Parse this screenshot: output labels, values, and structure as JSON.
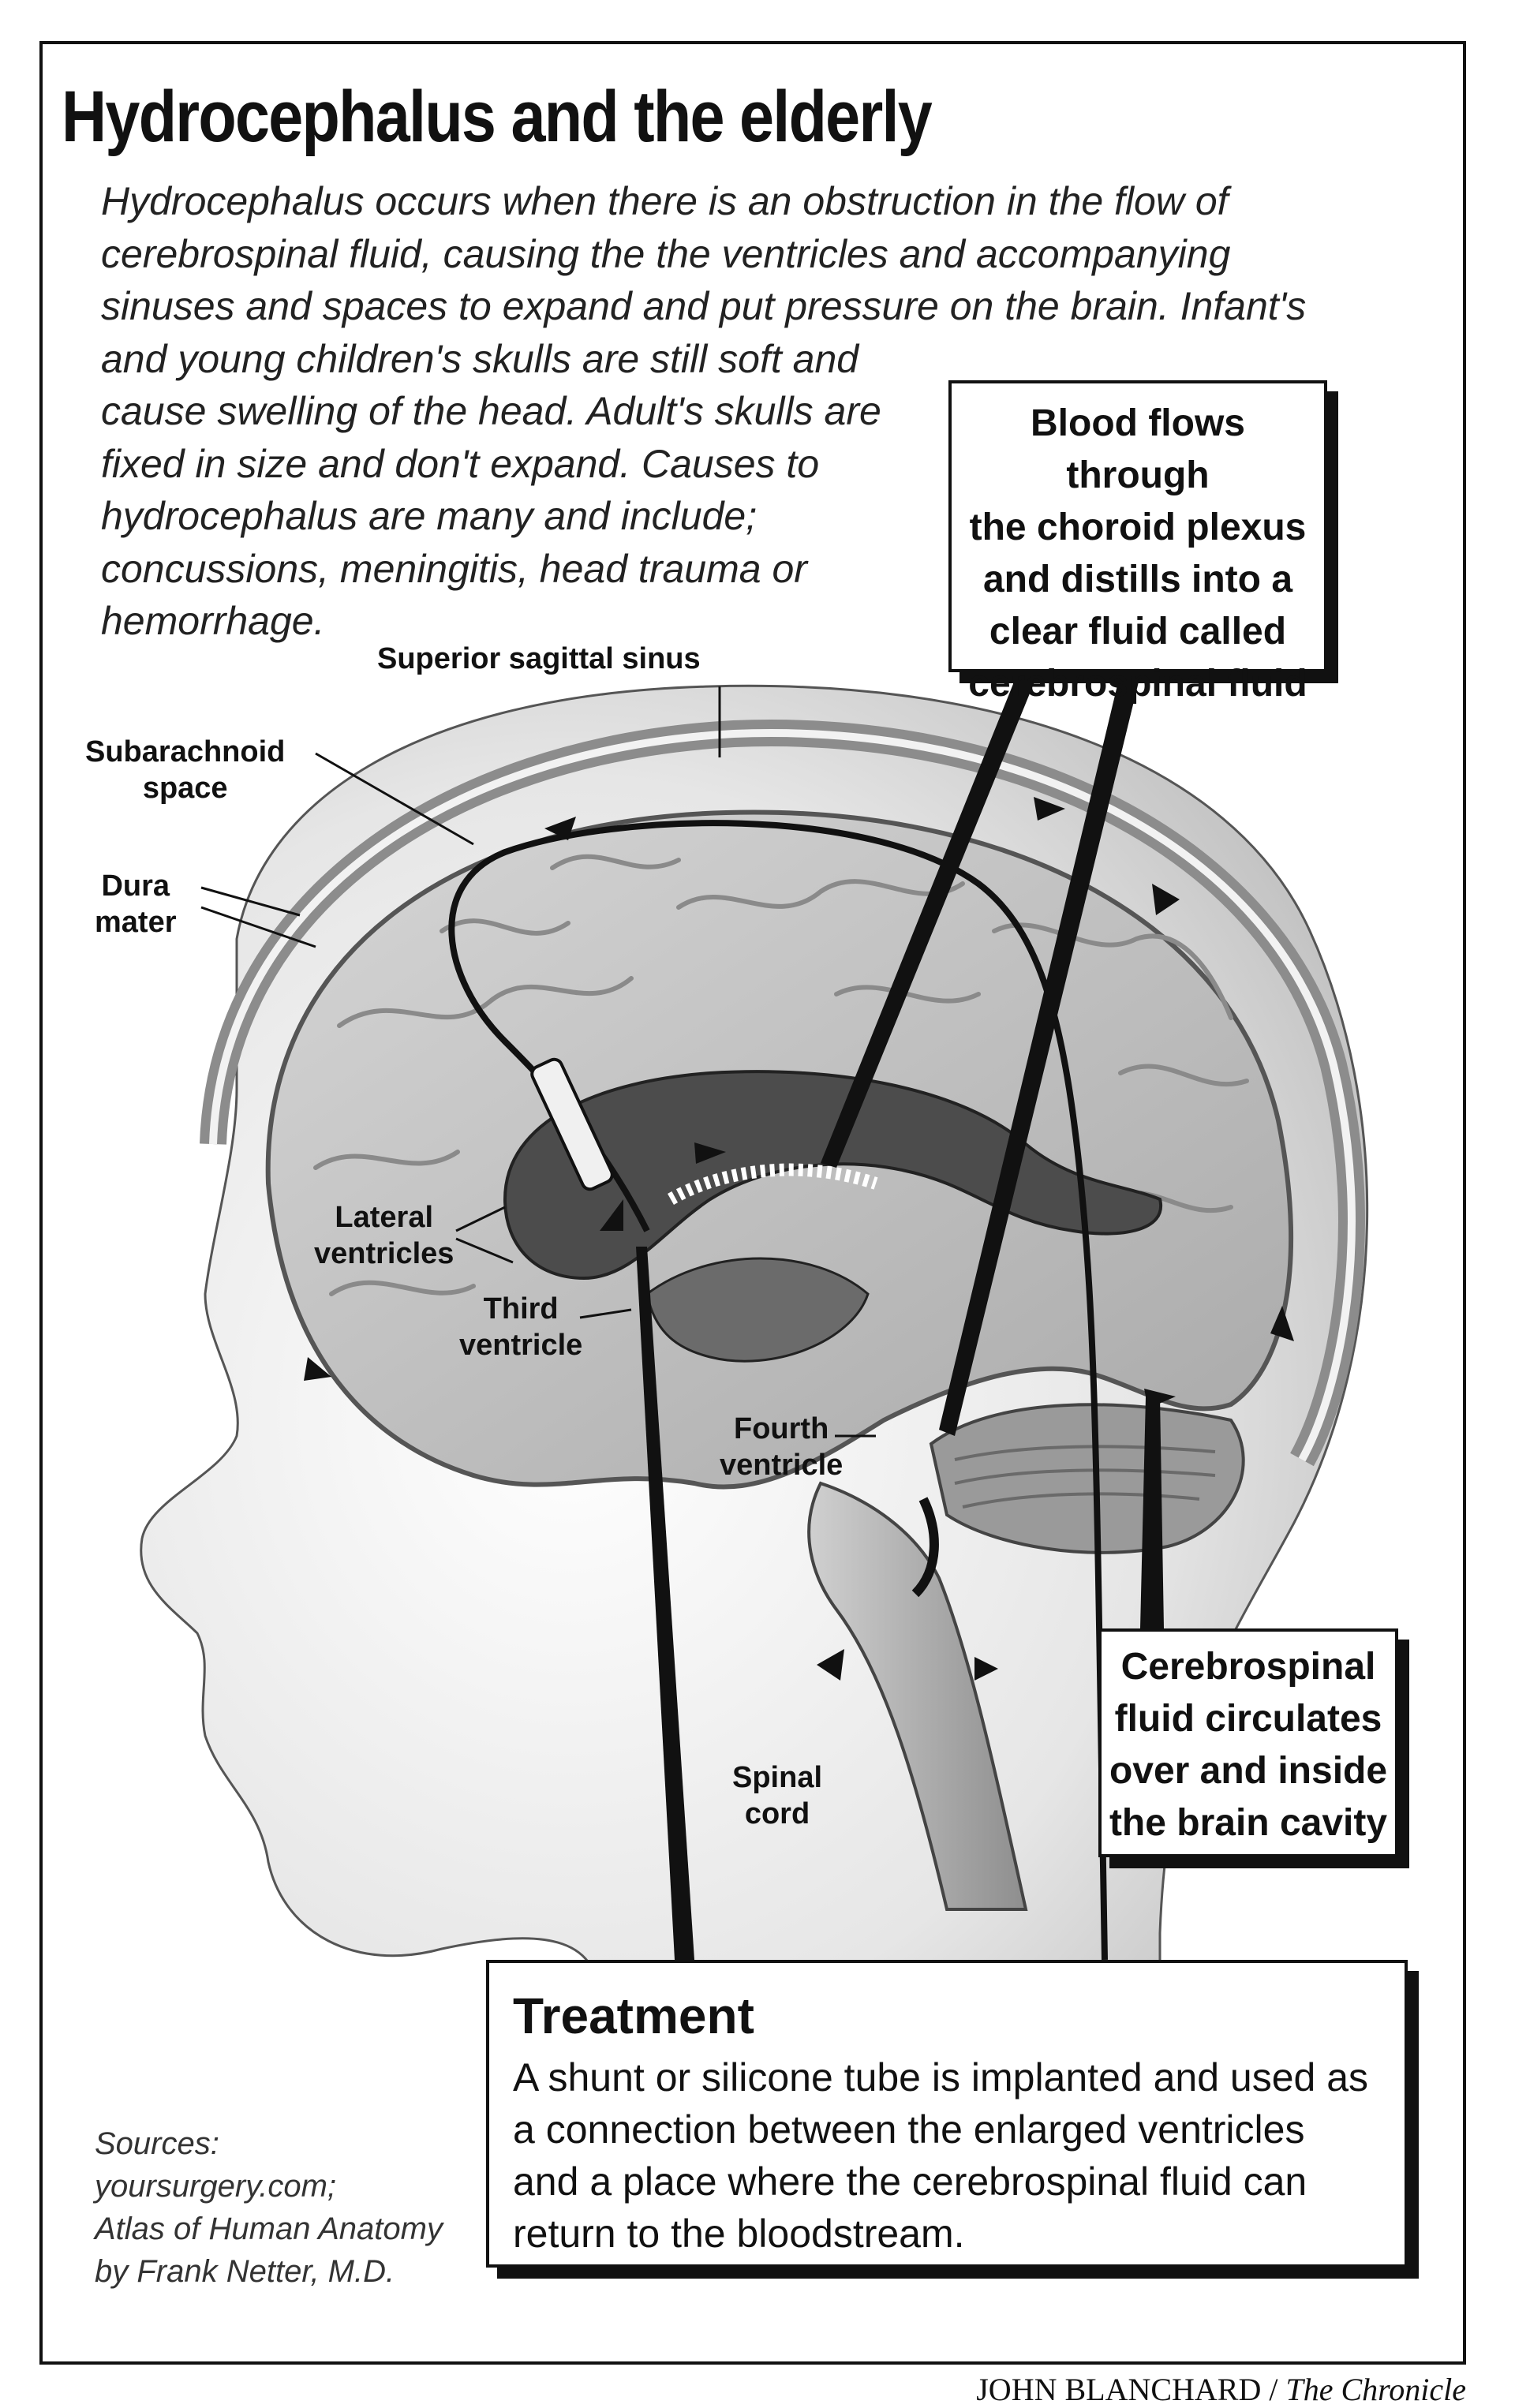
{
  "title": "Hydrocephalus and the elderly",
  "intro": [
    "Hydrocephalus occurs when there is an obstruction in the flow of",
    "cerebrospinal fluid, causing the the ventricles and accompanying",
    "sinuses and spaces to expand and put pressure on the brain. Infant's",
    "and young children's skulls are still soft and",
    "cause swelling of the head. Adult's skulls are",
    "fixed in size and don't expand. Causes to",
    "hydrocephalus are many and include;",
    "concussions, meningitis, head trauma or",
    "hemorrhage."
  ],
  "callouts": {
    "blood": [
      "Blood flows through",
      "the choroid plexus",
      "and distills into a",
      "clear fluid called",
      "cerebrospinal fluid"
    ],
    "csf": [
      "Cerebrospinal",
      "fluid circulates",
      "over and inside",
      "the brain cavity"
    ]
  },
  "treatment": {
    "heading": "Treatment",
    "body": "A shunt or silicone tube is implanted and used as a connection between the enlarged ventricles and a place where the cerebrospinal fluid can return to the bloodstream."
  },
  "labels": {
    "superior_sagittal_sinus": "Superior sagittal sinus",
    "subarachnoid_space": [
      "Subarachnoid",
      "space"
    ],
    "dura_mater": [
      "Dura",
      "mater"
    ],
    "lateral_ventricles": [
      "Lateral",
      "ventricles"
    ],
    "third_ventricle": [
      "Third",
      "ventricle"
    ],
    "fourth_ventricle": [
      "Fourth",
      "ventricle"
    ],
    "spinal_cord": [
      "Spinal",
      "cord"
    ]
  },
  "sources": [
    "Sources:",
    "yoursurgery.com;",
    "Atlas of Human Anatomy",
    "by Frank Netter, M.D."
  ],
  "credit": {
    "author": "JOHN BLANCHARD",
    "separator": " / ",
    "publication": "The Chronicle"
  }
}
